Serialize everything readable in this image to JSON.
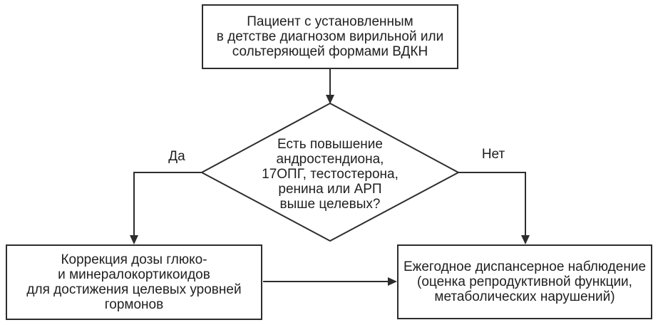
{
  "diagram": {
    "title": "Flowchart: follow-up of patients with childhood-diagnosed CAH",
    "background_color": "#ffffff",
    "line_color": "#2d2d2d",
    "text_color": "#1f1f1f",
    "nodes": {
      "patient": {
        "type": "process",
        "text": "Пациент с установленным\nв детстве диагнозом вирильной или\nсольтеряющей формами ВДКН"
      },
      "decision": {
        "type": "decision",
        "text": "Есть повышение\nандростендиона,\n17ОПГ, тестостерона,\nренина или АРП\nвыше целевых?"
      },
      "dose_correction": {
        "type": "process",
        "text": "Коррекция дозы глюко-\nи минералокортикоидов\nдля достижения целевых уровней\nгормонов"
      },
      "annual_followup": {
        "type": "process",
        "text": "Ежегодное диспансерное наблюдение\n(оценка репродуктивной функции,\nметаболических нарушений)"
      }
    },
    "edges": {
      "patient_to_decision": {
        "from": "patient",
        "to": "decision",
        "label": ""
      },
      "decision_yes": {
        "from": "decision",
        "to": "dose_correction",
        "label": "Да"
      },
      "decision_no": {
        "from": "decision",
        "to": "annual_followup",
        "label": "Нет"
      },
      "dose_to_annual": {
        "from": "dose_correction",
        "to": "annual_followup",
        "label": ""
      }
    }
  }
}
